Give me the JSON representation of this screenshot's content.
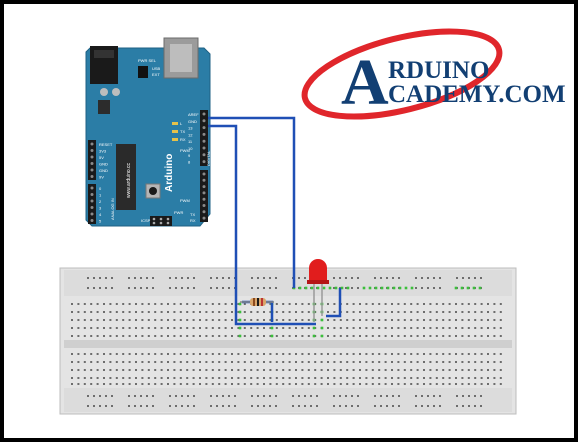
{
  "logo": {
    "big_letter": "A",
    "line1": "RDUINO",
    "line2": "CADEMY.COM",
    "ring_color": "#e0262b",
    "text_color": "#123f73"
  },
  "board": {
    "brand": "Arduino",
    "website": "www.arduino.cc",
    "pwm_sel": "PWR SEL",
    "usb_label": "USB",
    "ext_label": "EXT",
    "icsp": "ICSP",
    "power_labels": [
      "RESET",
      "3V3",
      "5V",
      "GND",
      "GND",
      "9V"
    ],
    "analog_label": "ANALOG IN",
    "analog_pins": [
      "0",
      "1",
      "2",
      "3",
      "4",
      "5"
    ],
    "top_labels": [
      "AREF",
      "GND",
      "13",
      "12",
      "11",
      "10",
      "9",
      "8"
    ],
    "digital_label": "DIGITAL",
    "pwm_label": "PWM",
    "led_labels": [
      "L",
      "TX",
      "RX"
    ],
    "side_labels": [
      "TX",
      "RX"
    ],
    "pwr_label": "PWR",
    "body_color": "#2b7da6",
    "edge_color": "#1f6184"
  },
  "colors": {
    "wire": "#1f4fb5",
    "led": "#e11d1d",
    "resistor_body": "#d9a56a",
    "active_hole": "#3bbf3b",
    "hole": "#6d6d6d",
    "breadboard": "#e4e4e4"
  }
}
